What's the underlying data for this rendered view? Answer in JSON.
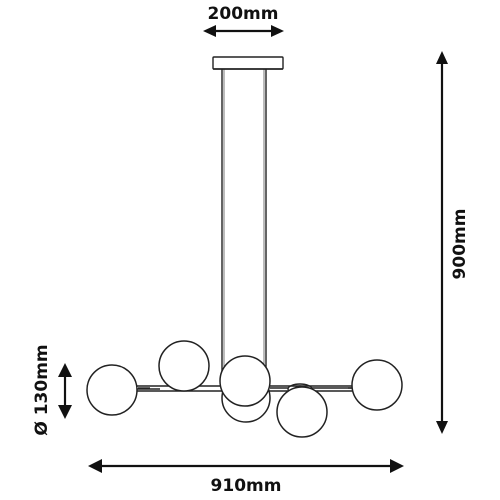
{
  "dimensions": {
    "top_width": "200mm",
    "total_height": "900mm",
    "globe_diameter": "Ø 130mm",
    "total_width": "910mm"
  },
  "colors": {
    "line": "#222222",
    "arrow": "#111111",
    "background": "#ffffff"
  },
  "icons": {
    "diameter_symbol": "Ø"
  }
}
